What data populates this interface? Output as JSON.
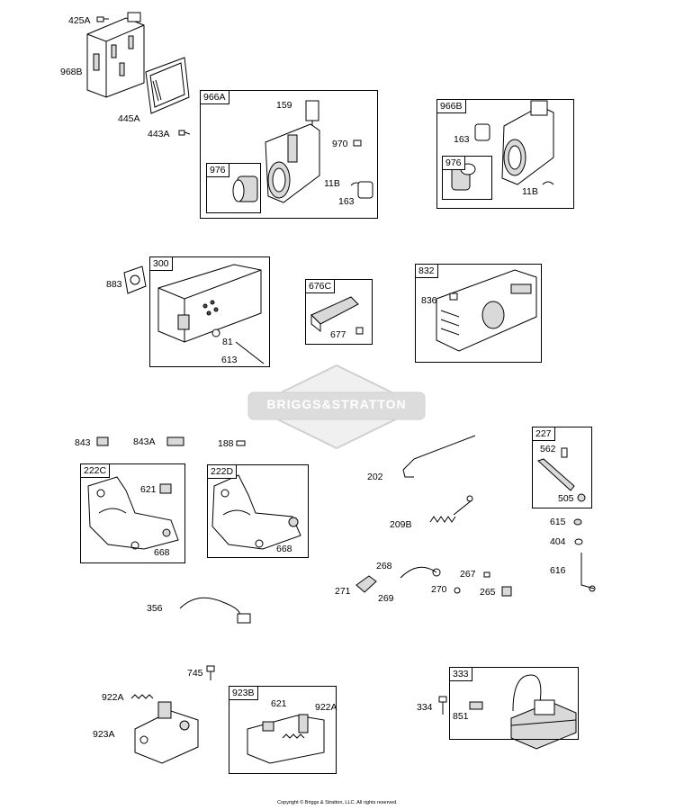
{
  "labels": {
    "p425A": "425A",
    "p968B": "968B",
    "p445A": "445A",
    "p443A": "443A",
    "p159": "159",
    "p970": "970",
    "p11B_a": "11B",
    "p163_a": "163",
    "p163_b": "163",
    "p11B_b": "11B",
    "p883": "883",
    "p81": "81",
    "p613": "613",
    "p677": "677",
    "p836": "836",
    "p843": "843",
    "p843A": "843A",
    "p188": "188",
    "p621_a": "621",
    "p668_a": "668",
    "p668_b": "668",
    "p202": "202",
    "p209B": "209B",
    "p562": "562",
    "p505": "505",
    "p615": "615",
    "p404": "404",
    "p616": "616",
    "p268": "268",
    "p267": "267",
    "p271": "271",
    "p269": "269",
    "p270": "270",
    "p265": "265",
    "p356": "356",
    "p745": "745",
    "p922A_a": "922A",
    "p923A": "923A",
    "p621_b": "621",
    "p922A_b": "922A",
    "p334": "334",
    "p851": "851"
  },
  "boxes": {
    "b966A": "966A",
    "b976_a": "976",
    "b966B": "966B",
    "b976_b": "976",
    "b300": "300",
    "b676C": "676C",
    "b832": "832",
    "b222C": "222C",
    "b222D": "222D",
    "b227": "227",
    "b923B": "923B",
    "b333": "333"
  },
  "watermark": {
    "text": "BRIGGS&STRATTON"
  },
  "footer": {
    "copyright": "Copyright © Briggs & Stratton, LLC. All rights reserved."
  }
}
